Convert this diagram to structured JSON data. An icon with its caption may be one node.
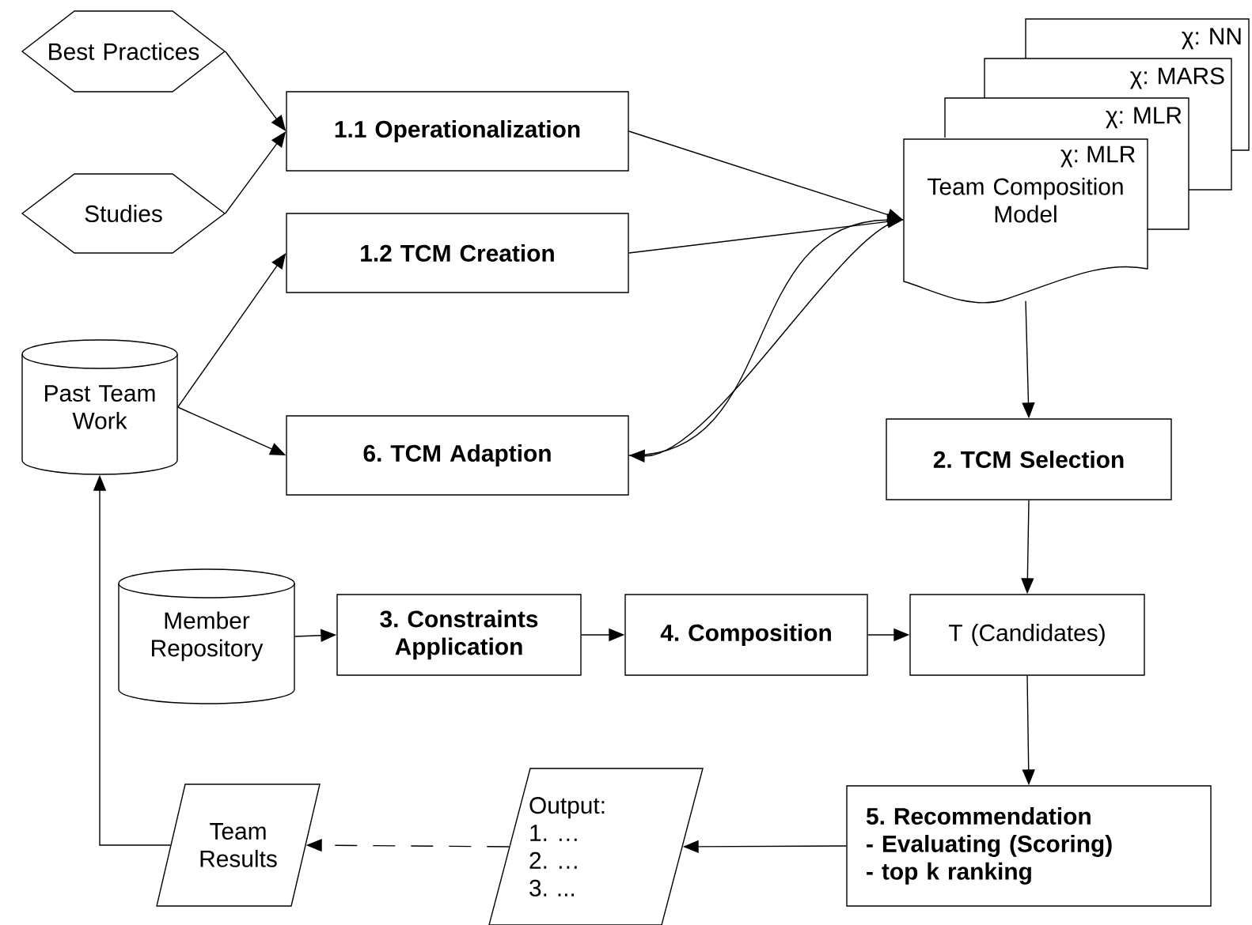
{
  "diagram": {
    "nodes": [
      {
        "text": [
          "Best Practices"
        ]
      },
      {
        "text": [
          "Studies"
        ]
      },
      {
        "text": [
          "1.1 Operationalization"
        ]
      },
      {
        "text": [
          "1.2 TCM Creation"
        ]
      },
      {
        "text": [
          "Past Team Work"
        ]
      },
      {
        "text": [
          "6. TCM Adaption"
        ]
      },
      {
        "text": [
          "χ: NN"
        ]
      },
      {
        "text": [
          "χ: MARS"
        ]
      },
      {
        "text": [
          "χ: MLR"
        ]
      },
      {
        "text": [
          "χ: MLR",
          "Team Composition Model"
        ]
      },
      {
        "text": [
          "2. TCM Selection"
        ]
      },
      {
        "text": [
          "Member Repository"
        ]
      },
      {
        "text": [
          "3. Constraints Application"
        ]
      },
      {
        "text": [
          "4. Composition"
        ]
      },
      {
        "text": [
          "T (Candidates)"
        ]
      },
      {
        "text": [
          "Team Results"
        ]
      },
      {
        "text": [
          "Output:",
          "1. …",
          "2. …",
          "3. ..."
        ]
      },
      {
        "text": [
          "5. Recommendation",
          "- Evaluating (Scoring)",
          "- top k ranking"
        ]
      }
    ],
    "edges": [
      {
        "from": 0,
        "to": 2,
        "arrow": "to"
      },
      {
        "from": 1,
        "to": 2,
        "arrow": "to"
      },
      {
        "from": 2,
        "to": 9,
        "arrow": "to"
      },
      {
        "from": 3,
        "to": 9,
        "arrow": "to"
      },
      {
        "from": 4,
        "to": 3,
        "arrow": "to"
      },
      {
        "from": 4,
        "to": 5,
        "arrow": "to"
      },
      {
        "from": 5,
        "to": 9,
        "arrow": "to"
      },
      {
        "from": 9,
        "to": 5,
        "arrow": "to"
      },
      {
        "from": 9,
        "to": 10,
        "arrow": "to"
      },
      {
        "from": 10,
        "to": 14,
        "arrow": "to"
      },
      {
        "from": 11,
        "to": 12,
        "arrow": "to"
      },
      {
        "from": 12,
        "to": 13,
        "arrow": "to"
      },
      {
        "from": 13,
        "to": 14,
        "arrow": "to"
      },
      {
        "from": 14,
        "to": 17,
        "arrow": "to"
      },
      {
        "from": 17,
        "to": 16,
        "arrow": "to"
      },
      {
        "from": 16,
        "to": 15,
        "arrow": "to",
        "style": "dashed"
      },
      {
        "from": 15,
        "to": 4,
        "arrow": "to"
      }
    ]
  }
}
